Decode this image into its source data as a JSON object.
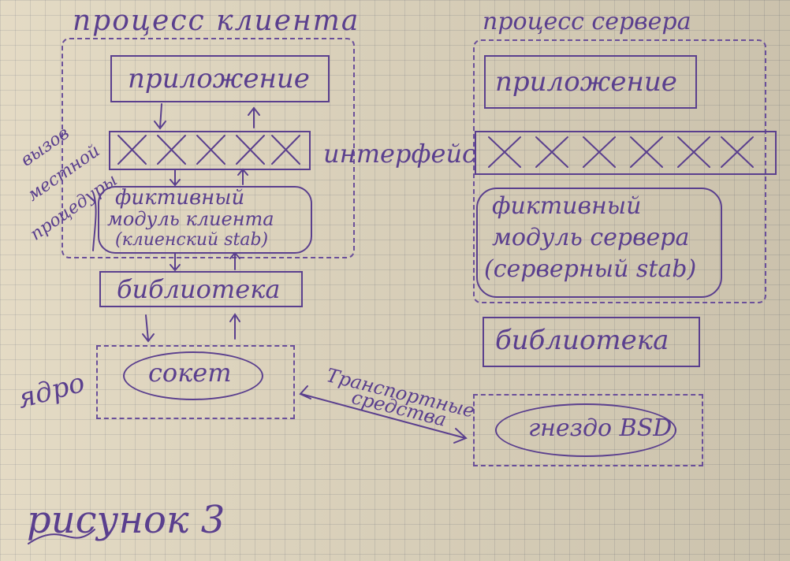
{
  "client": {
    "process_title": "процесс клиента",
    "app": "приложение",
    "stub": [
      "фиктивный",
      "модуль клиента",
      "(клиенский stab)"
    ],
    "library": "библиотека",
    "socket": "сокет"
  },
  "server": {
    "process_title": "процесс сервера",
    "app": "приложение",
    "stub": [
      "фиктивный",
      "модуль сервера",
      "(серверный stab)"
    ],
    "library": "библиотека",
    "socket": "гнездо BSD"
  },
  "interface_label": "интерфейс",
  "side_labels": {
    "local_call": [
      "вызов",
      "местной",
      "процедуры"
    ],
    "kernel": "ядро"
  },
  "transport": [
    "Транспортные",
    "средства"
  ],
  "caption": "рисунок 3",
  "colors": {
    "ink": "#5a3f8e",
    "paper": "#e2d8c0"
  }
}
